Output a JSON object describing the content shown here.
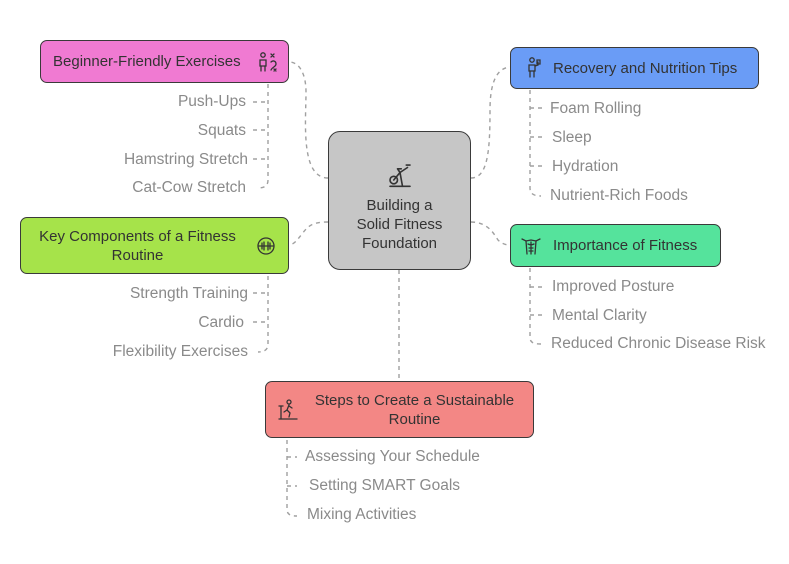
{
  "center": {
    "label_lines": [
      "Building a",
      "Solid Fitness",
      "Foundation"
    ],
    "icon": "exercise-bike-icon"
  },
  "branches": {
    "beginner": {
      "title": "Beginner-Friendly Exercises",
      "icon": "trainer-icon",
      "color": "#f07ad2",
      "items": [
        "Push-Ups",
        "Squats",
        "Hamstring Stretch",
        "Cat-Cow Stretch"
      ]
    },
    "components": {
      "title": "Key Components of a Fitness Routine",
      "icon": "dumbbell-icon",
      "color": "#a6e34a",
      "items": [
        "Strength Training",
        "Cardio",
        "Flexibility Exercises"
      ]
    },
    "steps": {
      "title": "Steps to Create a Sustainable Routine",
      "icon": "treadmill-icon",
      "color": "#f38785",
      "items": [
        "Assessing Your Schedule",
        "Setting SMART Goals",
        "Mixing Activities"
      ]
    },
    "recovery": {
      "title": "Recovery and Nutrition Tips",
      "icon": "person-drinking-icon",
      "color": "#6a9cf6",
      "items": [
        "Foam Rolling",
        "Sleep",
        "Hydration",
        "Nutrient-Rich Foods"
      ]
    },
    "importance": {
      "title": "Importance of Fitness",
      "icon": "body-muscle-icon",
      "color": "#55e39c",
      "items": [
        "Improved Posture",
        "Mental Clarity",
        "Reduced Chronic Disease Risk"
      ]
    }
  },
  "colors": {
    "center_fill": "#c6c6c6",
    "border": "#3a3a3a",
    "connector": "#a0a0a0",
    "leaf_text": "#8a8a8a"
  }
}
